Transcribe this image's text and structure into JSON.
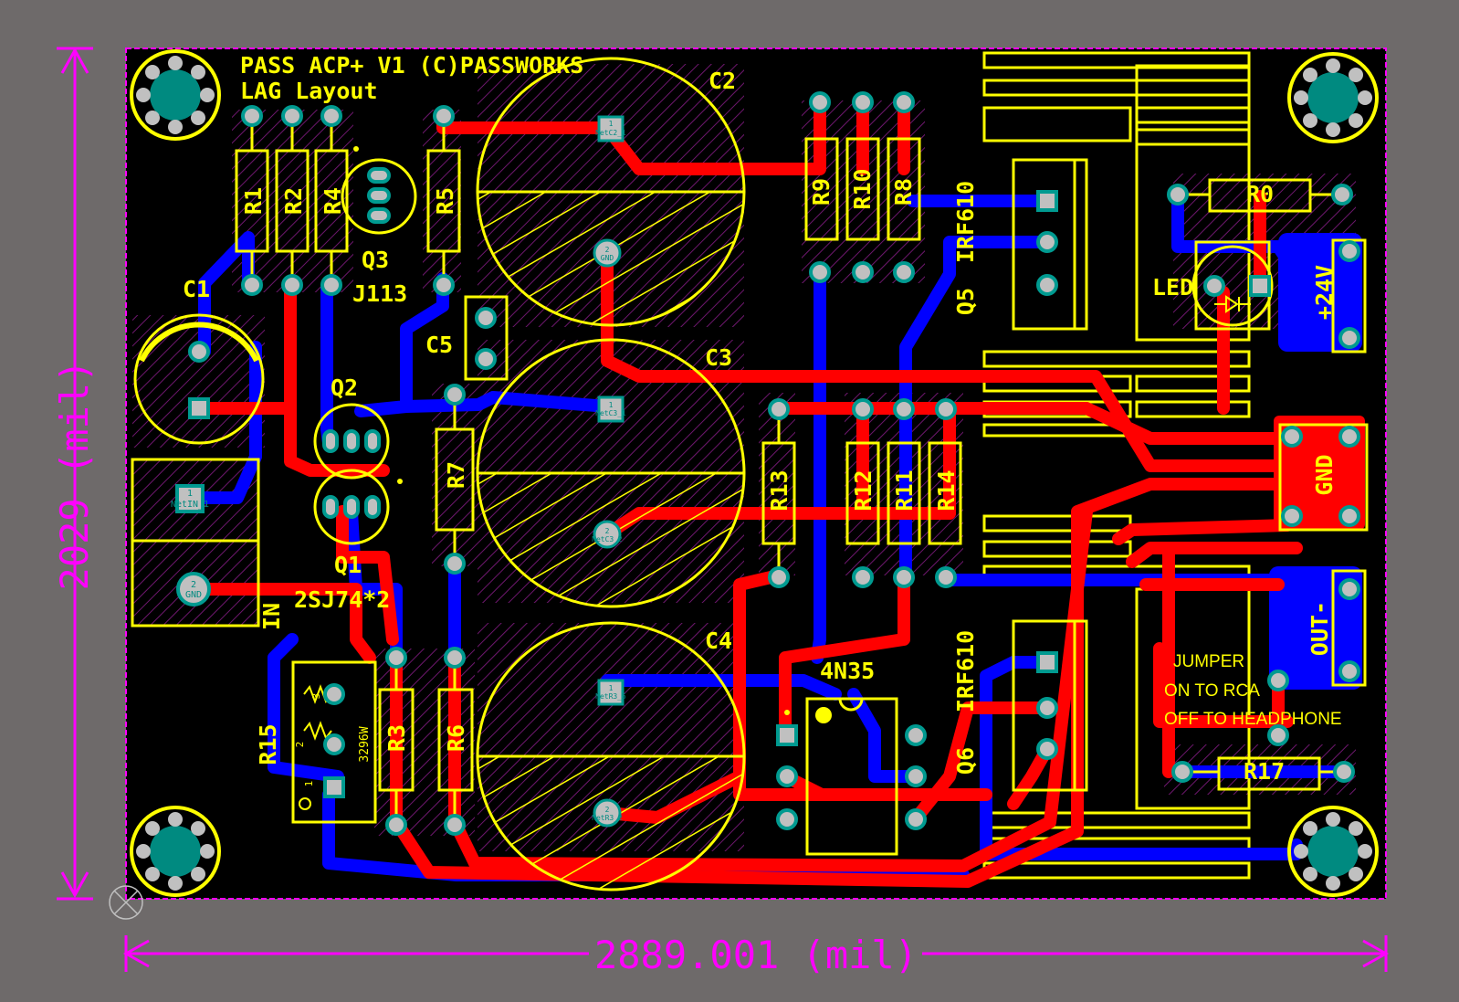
{
  "board": {
    "title_line1": "PASS ACP+ V1 (C)PASSWORKS",
    "title_line2": "LAG Layout",
    "width_dimension": "2889.001 (mil)",
    "height_dimension": "2029 (mil)"
  },
  "colors": {
    "background": "#6e6a6a",
    "board": "#000000",
    "top_copper": "#ff0000",
    "bottom_copper": "#0000ff",
    "silkscreen": "#ffff00",
    "pad": "#c0c0c0",
    "mount_hole": "#008a80",
    "dimension": "#ff00ff",
    "keepout": "#ff00ff"
  },
  "components": {
    "C1": "C1",
    "C2": "C2",
    "C3": "C3",
    "C4": "C4",
    "C5": "C5",
    "R0": "R0",
    "R1": "R1",
    "R2": "R2",
    "R3": "R3",
    "R4": "R4",
    "R5": "R5",
    "R6": "R6",
    "R7": "R7",
    "R8": "R8",
    "R9": "R9",
    "R10": "R10",
    "R11": "R11",
    "R12": "R12",
    "R13": "R13",
    "R14": "R14",
    "R15": "R15",
    "R17": "R17",
    "Q1": "Q1",
    "Q2": "Q2",
    "Q3": "Q3",
    "Q5": "Q5",
    "Q6": "Q6",
    "Q3_value": "J113",
    "Q1_value": "2SJ74*2",
    "Q5_value": "IRF610",
    "Q6_value": "IRF610",
    "U1": "4N35",
    "LED": "LED",
    "IN": "IN",
    "POT": "3296W"
  },
  "connectors": {
    "power": "+24V",
    "ground": "GND",
    "output": "OUT-"
  },
  "notes": {
    "jumper_line1": "JUMPER",
    "jumper_line2": "ON TO RCA",
    "jumper_line3": "OFF TO HEADPHONE"
  },
  "pad_labels": {
    "c2_1": "1",
    "c2_1_net": "NetC2_1",
    "c2_2": "2",
    "c2_2_net": "GND",
    "c3_1": "1",
    "c3_1_net": "NetC3_1",
    "c3_2": "2",
    "c3_2_net": "NetC3_2",
    "c4_1": "1",
    "c4_1_net": "NetR3_5",
    "c4_2": "2",
    "c4_2_net": "NetR3_2",
    "in_1": "1",
    "in_1_net": "NetIN_1",
    "in_2": "2",
    "in_2_net": "GND",
    "pot_3": "3",
    "pot_2": "2",
    "pot_1": "1"
  }
}
